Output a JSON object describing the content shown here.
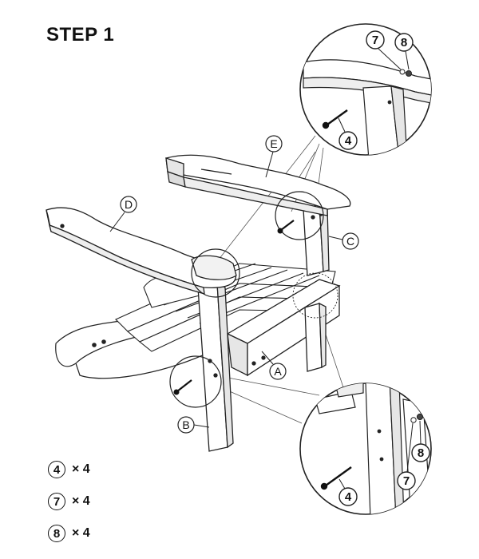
{
  "step_title": "STEP 1",
  "part_labels": {
    "A": "A",
    "B": "B",
    "C": "C",
    "D": "D",
    "E": "E"
  },
  "detail_top": {
    "bolt": "4",
    "washer": "7",
    "nut": "8"
  },
  "detail_bottom": {
    "bolt": "4",
    "washer": "7",
    "nut": "8"
  },
  "parts_list": [
    {
      "number": "4",
      "qty": "× 4"
    },
    {
      "number": "7",
      "qty": "× 4"
    },
    {
      "number": "8",
      "qty": "× 4"
    }
  ]
}
